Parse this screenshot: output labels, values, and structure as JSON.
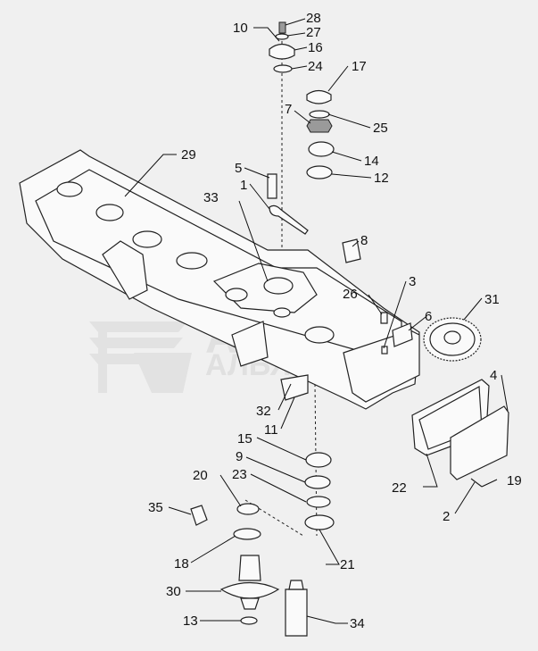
{
  "watermark": {
    "line1": "АВТО",
    "line2": "АЛЬЯНС"
  },
  "callouts": [
    "10",
    "28",
    "27",
    "16",
    "24",
    "17",
    "7",
    "25",
    "14",
    "12",
    "29",
    "5",
    "1",
    "33",
    "8",
    "3",
    "26",
    "31",
    "6",
    "4",
    "32",
    "11",
    "15",
    "9",
    "23",
    "20",
    "35",
    "18",
    "21",
    "22",
    "19",
    "2",
    "30",
    "13",
    "34"
  ]
}
